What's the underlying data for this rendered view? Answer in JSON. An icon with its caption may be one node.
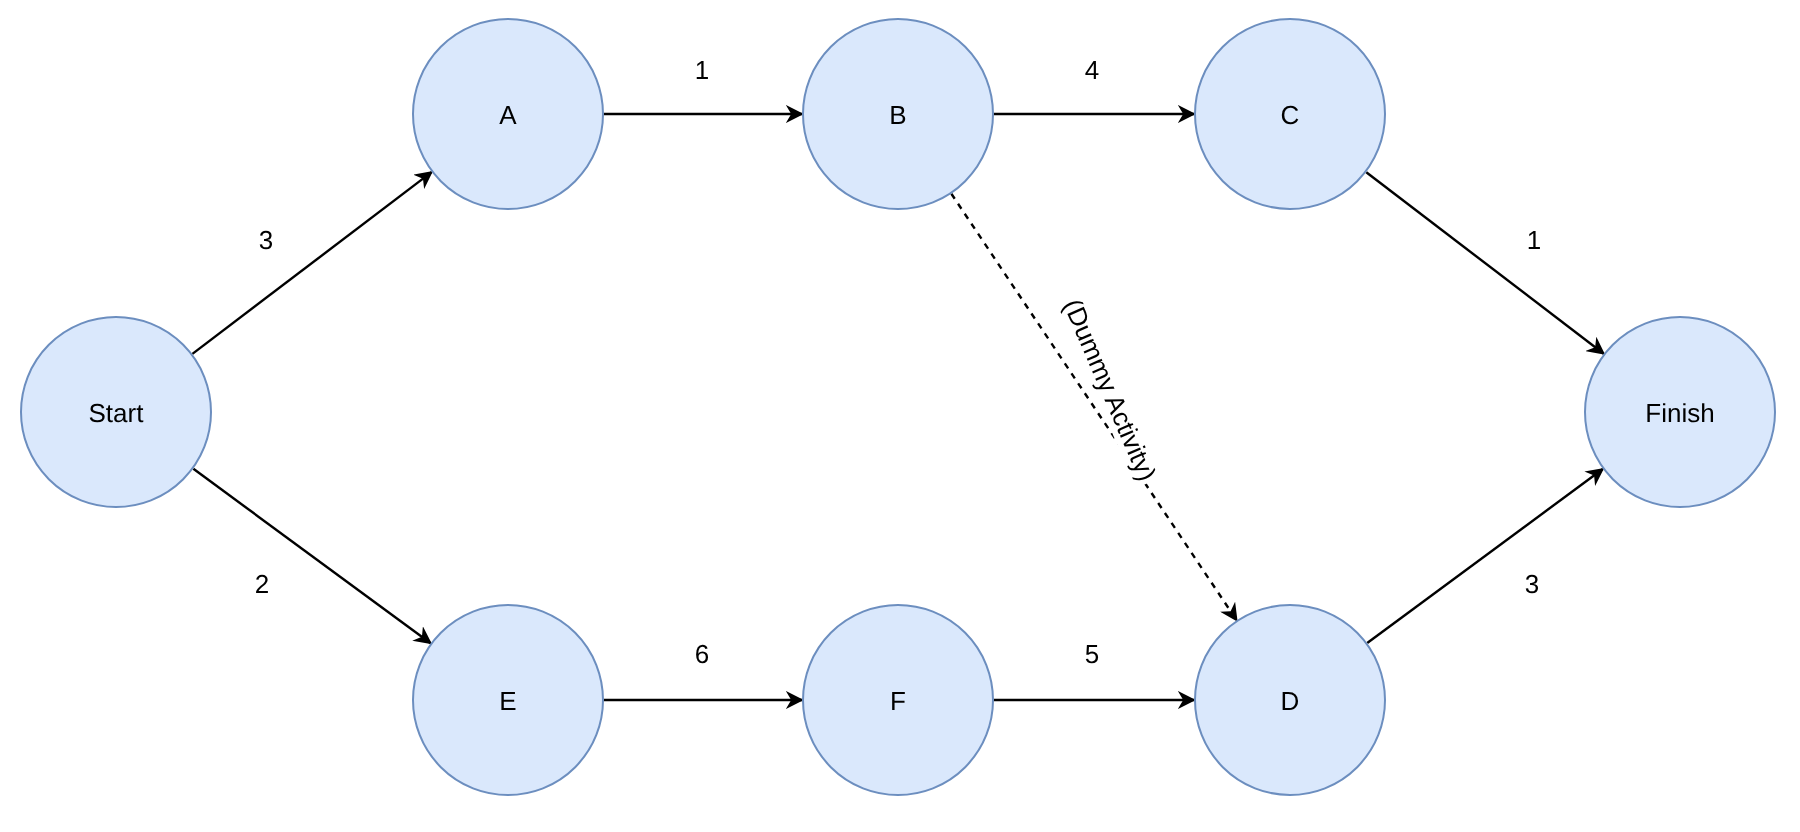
{
  "diagram": {
    "nodes": [
      {
        "text": [
          "A"
        ]
      },
      {
        "text": [
          "B"
        ]
      },
      {
        "text": [
          "C"
        ]
      },
      {
        "text": [
          "Start"
        ]
      },
      {
        "text": [
          "Finish"
        ]
      },
      {
        "text": [
          "E"
        ]
      },
      {
        "text": [
          "F"
        ]
      },
      {
        "text": [
          "D"
        ]
      }
    ],
    "edges": [
      {
        "from": 3,
        "to": 0,
        "arrow": "to",
        "label": "3"
      },
      {
        "from": 0,
        "to": 1,
        "arrow": "to",
        "label": "1"
      },
      {
        "from": 1,
        "to": 2,
        "arrow": "to",
        "label": "4"
      },
      {
        "from": 2,
        "to": 4,
        "arrow": "to",
        "label": "1"
      },
      {
        "from": 1,
        "to": 7,
        "arrow": "to",
        "label": "(Dummy Activity)",
        "style": "dashed"
      },
      {
        "from": 3,
        "to": 5,
        "arrow": "to",
        "label": "2"
      },
      {
        "from": 5,
        "to": 6,
        "arrow": "to",
        "label": "6"
      },
      {
        "from": 6,
        "to": 7,
        "arrow": "to",
        "label": "5"
      },
      {
        "from": 7,
        "to": 4,
        "arrow": "to",
        "label": "3"
      }
    ]
  }
}
